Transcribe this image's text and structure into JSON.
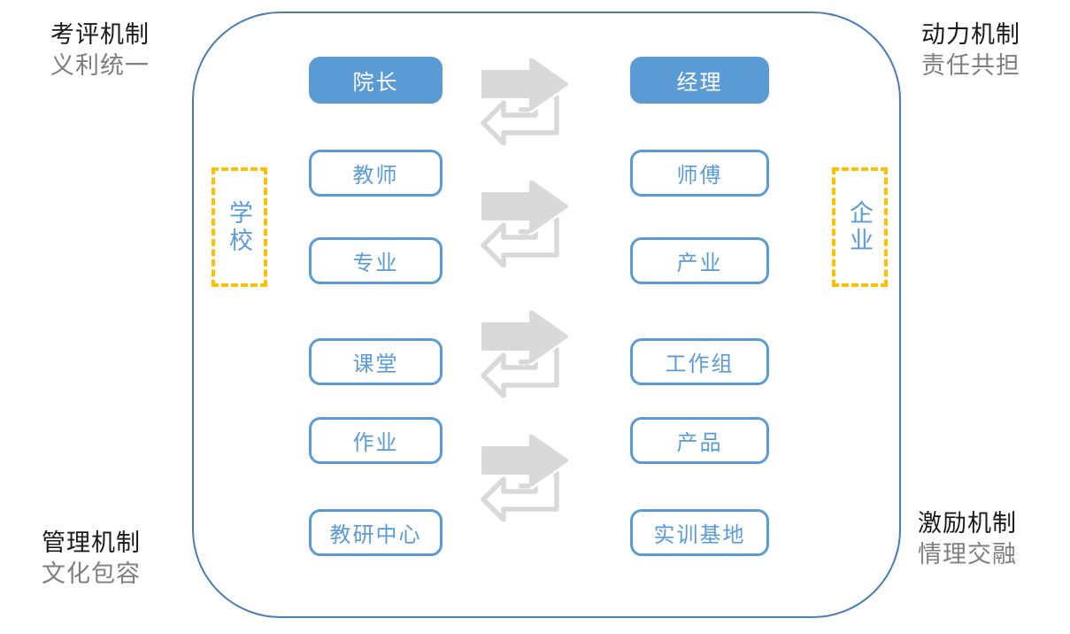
{
  "colors": {
    "accent-blue": "#5B9BD5",
    "frame-blue": "#4A7CB5",
    "arrow-gray": "#D9D9D9",
    "dash-gold": "#FFC000",
    "label-black": "#1A1A1A",
    "label-gray": "#7F7F7F"
  },
  "corners": {
    "top_left": {
      "mechanism": "考评机制",
      "principle": "义利统一"
    },
    "top_right": {
      "mechanism": "动力机制",
      "principle": "责任共担"
    },
    "bottom_left": {
      "mechanism": "管理机制",
      "principle": "文化包容"
    },
    "bottom_right": {
      "mechanism": "激励机制",
      "principle": "情理交融"
    }
  },
  "side_labels": {
    "left": "学校",
    "right": "企业"
  },
  "rows": [
    {
      "school": "院长",
      "enterprise": "经理"
    },
    {
      "school": "教师",
      "enterprise": "师傅"
    },
    {
      "school": "专业",
      "enterprise": "产业"
    },
    {
      "school": "课堂",
      "enterprise": "工作组"
    },
    {
      "school": "作业",
      "enterprise": "产品"
    },
    {
      "school": "教研中心",
      "enterprise": "实训基地"
    }
  ]
}
